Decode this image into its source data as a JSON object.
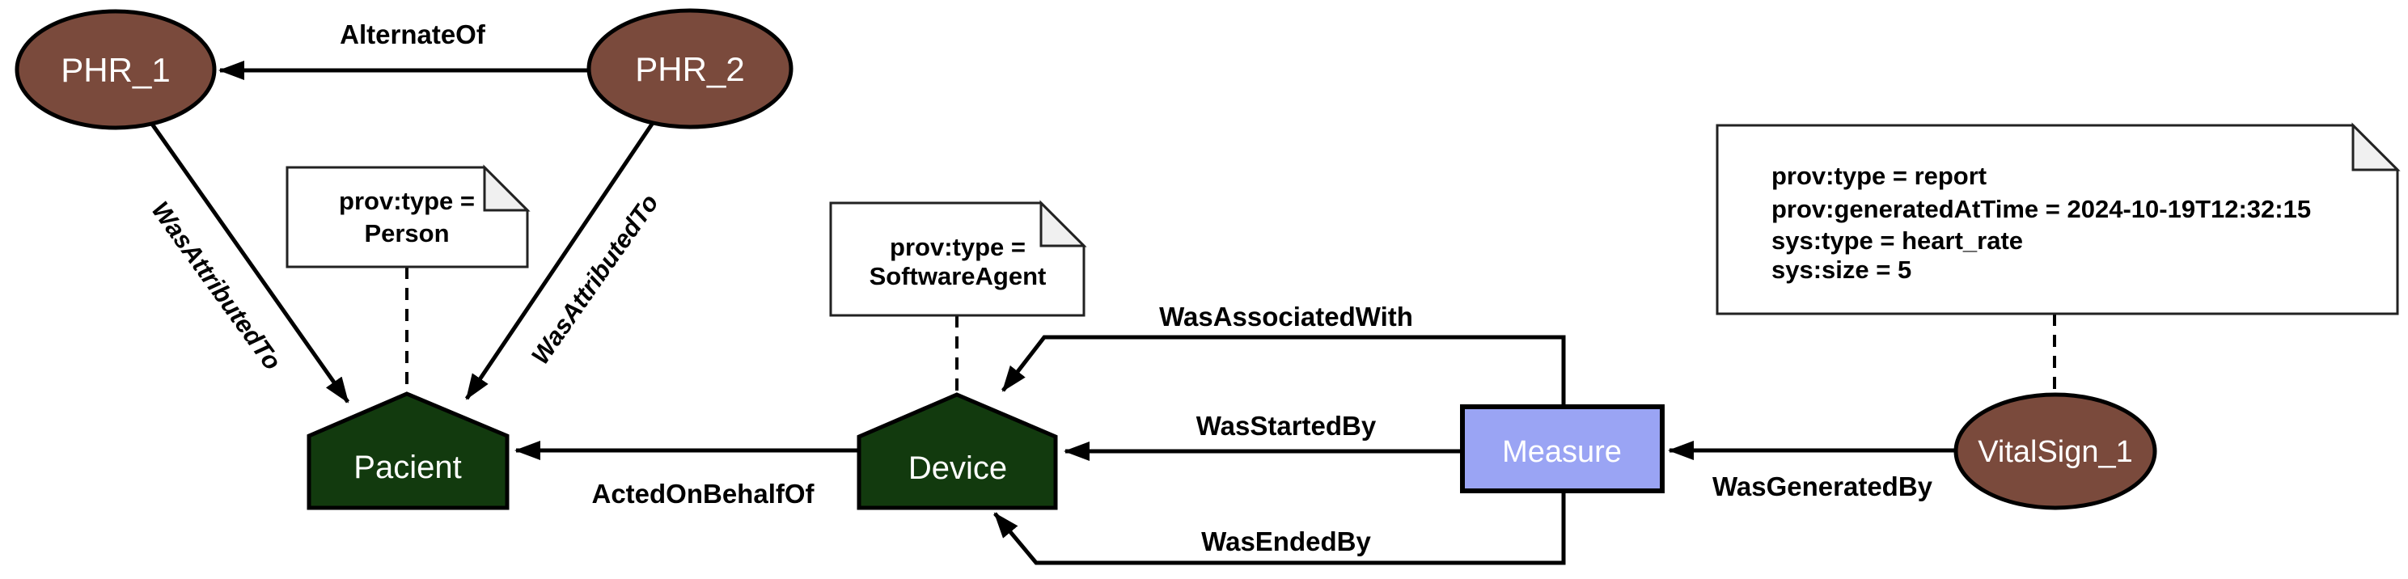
{
  "diagram": {
    "nodes": {
      "phr1": {
        "label": "PHR_1",
        "kind": "entity"
      },
      "phr2": {
        "label": "PHR_2",
        "kind": "entity"
      },
      "pacient": {
        "label": "Pacient",
        "kind": "agent"
      },
      "device": {
        "label": "Device",
        "kind": "agent"
      },
      "measure": {
        "label": "Measure",
        "kind": "activity"
      },
      "vitalsign1": {
        "label": "VitalSign_1",
        "kind": "entity"
      }
    },
    "notes": {
      "person": {
        "line1": "prov:type =",
        "line2": "Person"
      },
      "software_agent": {
        "line1": "prov:type =",
        "line2": "SoftwareAgent"
      },
      "report": {
        "line1": "prov:type = report",
        "line2": "prov:generatedAtTime = 2024-10-19T12:32:15",
        "line3": "sys:type = heart_rate",
        "line4": "sys:size = 5"
      }
    },
    "edges": {
      "alternate_of": "AlternateOf",
      "was_attributed_to_left": "WasAttributedTo",
      "was_attributed_to_right": "WasAttributedTo",
      "acted_on_behalf_of": "ActedOnBehalfOf",
      "was_associated_with": "WasAssociatedWith",
      "was_started_by": "WasStartedBy",
      "was_ended_by": "WasEndedBy",
      "was_generated_by": "WasGeneratedBy"
    },
    "colors": {
      "entity_fill": "#7A4A3C",
      "agent_fill": "#123A0E",
      "activity_fill": "#9AA4F4",
      "edge": "#000000",
      "note_border": "#222222",
      "node_text": "#ffffff"
    }
  }
}
